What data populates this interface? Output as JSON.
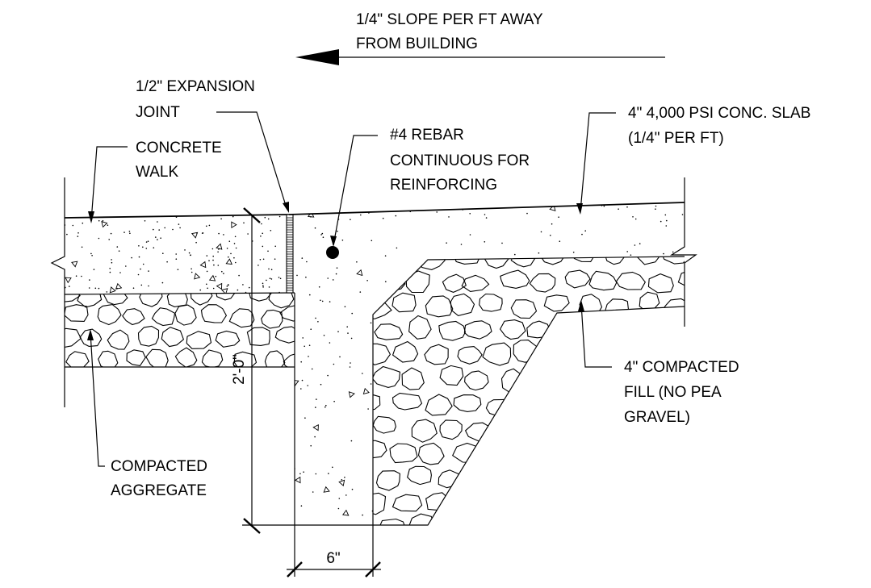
{
  "labels": {
    "slope_line1": "1/4\" SLOPE PER FT AWAY",
    "slope_line2": "FROM BUILDING",
    "expansion_line1": "1/2\" EXPANSION",
    "expansion_line2": "JOINT",
    "walk_line1": "CONCRETE",
    "walk_line2": "WALK",
    "rebar_line1": "#4 REBAR",
    "rebar_line2": "CONTINUOUS FOR",
    "rebar_line3": "REINFORCING",
    "slab_line1": "4\" 4,000 PSI CONC. SLAB",
    "slab_line2": "(1/4\" PER FT)",
    "fill_line1": "4\" COMPACTED",
    "fill_line2": "FILL (NO PEA",
    "fill_line3": "GRAVEL)",
    "aggregate_line1": "COMPACTED",
    "aggregate_line2": "AGGREGATE",
    "dim_height": "2'-0\"",
    "dim_width": "6\""
  }
}
